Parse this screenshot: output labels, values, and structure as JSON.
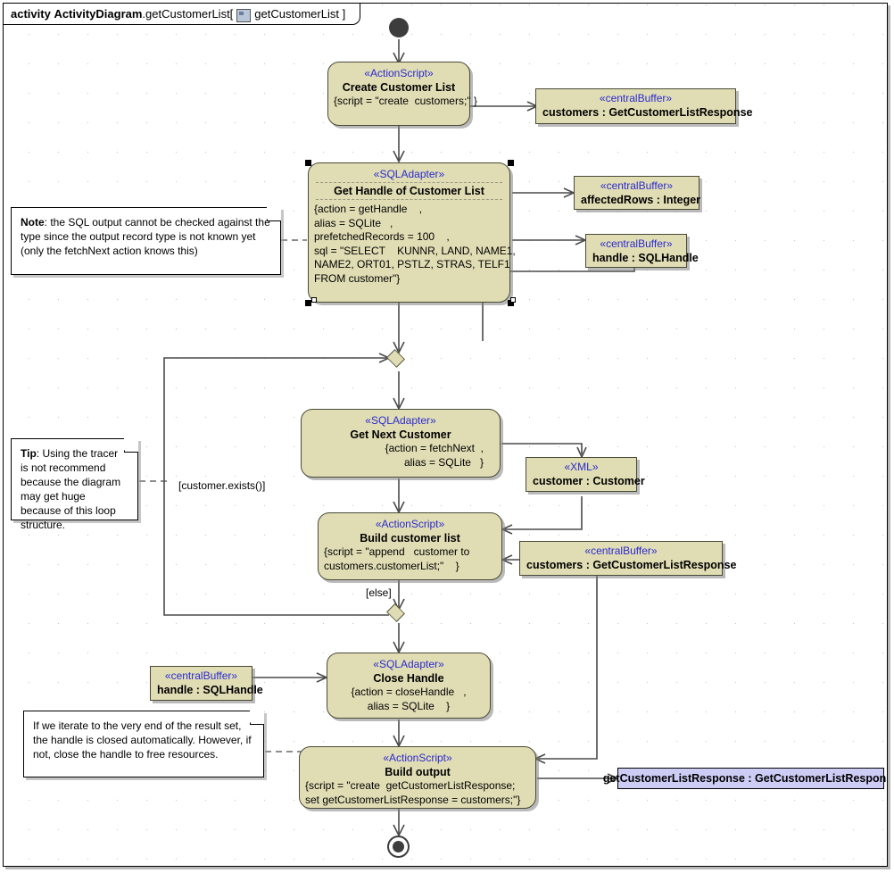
{
  "frame": {
    "keyword": "activity",
    "name": "ActivityDiagram",
    "qualifier": ".getCustomerList[",
    "param": "getCustomerList",
    "close": "]"
  },
  "nodes": {
    "create_customer_list": {
      "stereotype": "«ActionScript»",
      "name": "Create Customer List",
      "body": "{script = \"create  customers;\" }"
    },
    "customers_buffer_top": {
      "stereotype": "«centralBuffer»",
      "name": "customers : GetCustomerListResponse"
    },
    "get_handle": {
      "stereotype": "«SQLAdapter»",
      "name": "Get Handle of Customer List",
      "body": "{action = getHandle    ,\nalias = SQLite   ,\nprefetchedRecords = 100    ,\nsql = \"SELECT    KUNNR, LAND, NAME1,\nNAME2, ORT01, PSTLZ, STRAS, TELF1\nFROM customer\"}"
    },
    "affected_rows_buffer": {
      "stereotype": "«centralBuffer»",
      "name": "affectedRows : Integer"
    },
    "handle_buffer_top": {
      "stereotype": "«centralBuffer»",
      "name": "handle : SQLHandle"
    },
    "get_next_customer": {
      "stereotype": "«SQLAdapter»",
      "name": "Get Next Customer",
      "body": "{action = fetchNext  ,\nalias = SQLite   }"
    },
    "customer_xml": {
      "stereotype": "«XML»",
      "name": "customer : Customer"
    },
    "build_customer_list": {
      "stereotype": "«ActionScript»",
      "name": "Build customer list",
      "body": "{script = \"append   customer to\ncustomers.customerList;\"    }"
    },
    "customers_buffer_mid": {
      "stereotype": "«centralBuffer»",
      "name": "customers : GetCustomerListResponse"
    },
    "handle_buffer_bottom": {
      "stereotype": "«centralBuffer»",
      "name": "handle : SQLHandle"
    },
    "close_handle": {
      "stereotype": "«SQLAdapter»",
      "name": "Close Handle",
      "body": "{action = closeHandle   ,\nalias = SQLite    }"
    },
    "build_output": {
      "stereotype": "«ActionScript»",
      "name": "Build output",
      "body": "{script = \"create  getCustomerListResponse;\nset getCustomerListResponse = customers;\"}"
    },
    "output_param": {
      "name": "getCustomerListResponse : GetCustomerListResponse"
    }
  },
  "notes": {
    "sql_note": {
      "label": "Note",
      "rest": ": the SQL output cannot be checked against the type since the output record type is not known yet (only the fetchNext action knows this)"
    },
    "tip_note": {
      "label": "Tip",
      "rest": ": Using the tracer is not recommend because the diagram may get huge because of this loop structure."
    },
    "handle_note": {
      "text": "If we iterate to the very end of the result set, the handle is closed automatically. However, if not, close the handle to free resources."
    }
  },
  "guards": {
    "loop": "[customer.exists()]",
    "else": "[else]"
  }
}
